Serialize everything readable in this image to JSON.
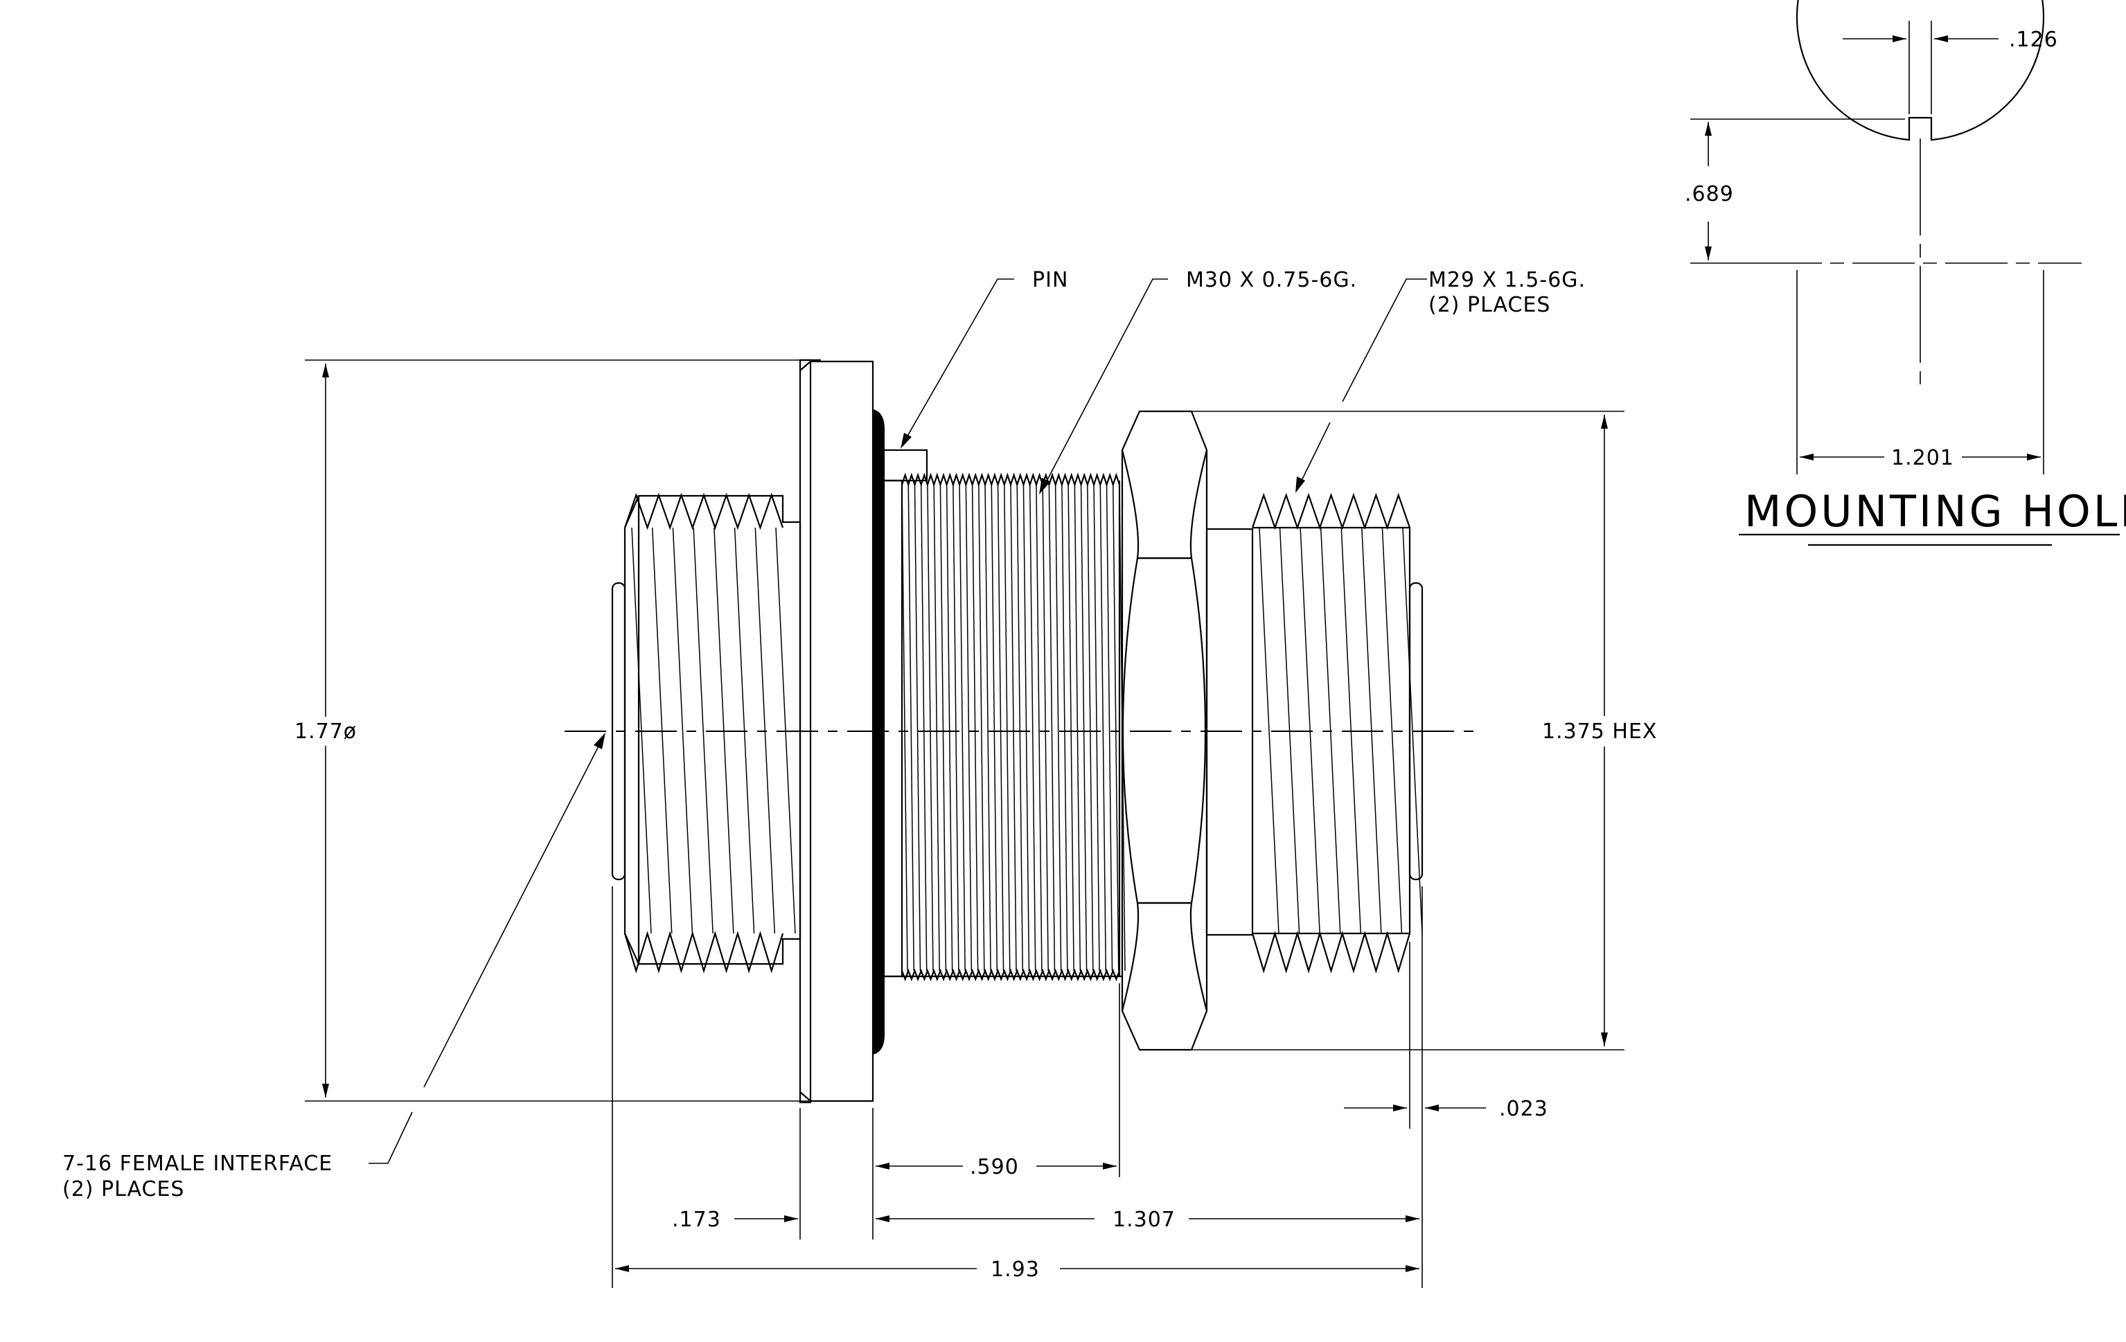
{
  "labels": {
    "pin": "PIN",
    "thread_main": "M30 X 0.75-6G.",
    "thread_end_1": "M29 X 1.5-6G.",
    "thread_end_2": "(2) PLACES",
    "interface_1": "7-16 FEMALE INTERFACE",
    "interface_2": "(2) PLACES",
    "mounting_hole_title": "MOUNTING HOLE"
  },
  "dimensions": {
    "flange_dia": "1.77ø",
    "hex_size": "1.375 HEX",
    "d_590": ".590",
    "d_173": ".173",
    "d_1307": "1.307",
    "d_193": "1.93",
    "d_023": ".023",
    "key_width": ".126",
    "key_height": ".689",
    "hole_dia": "1.201"
  }
}
